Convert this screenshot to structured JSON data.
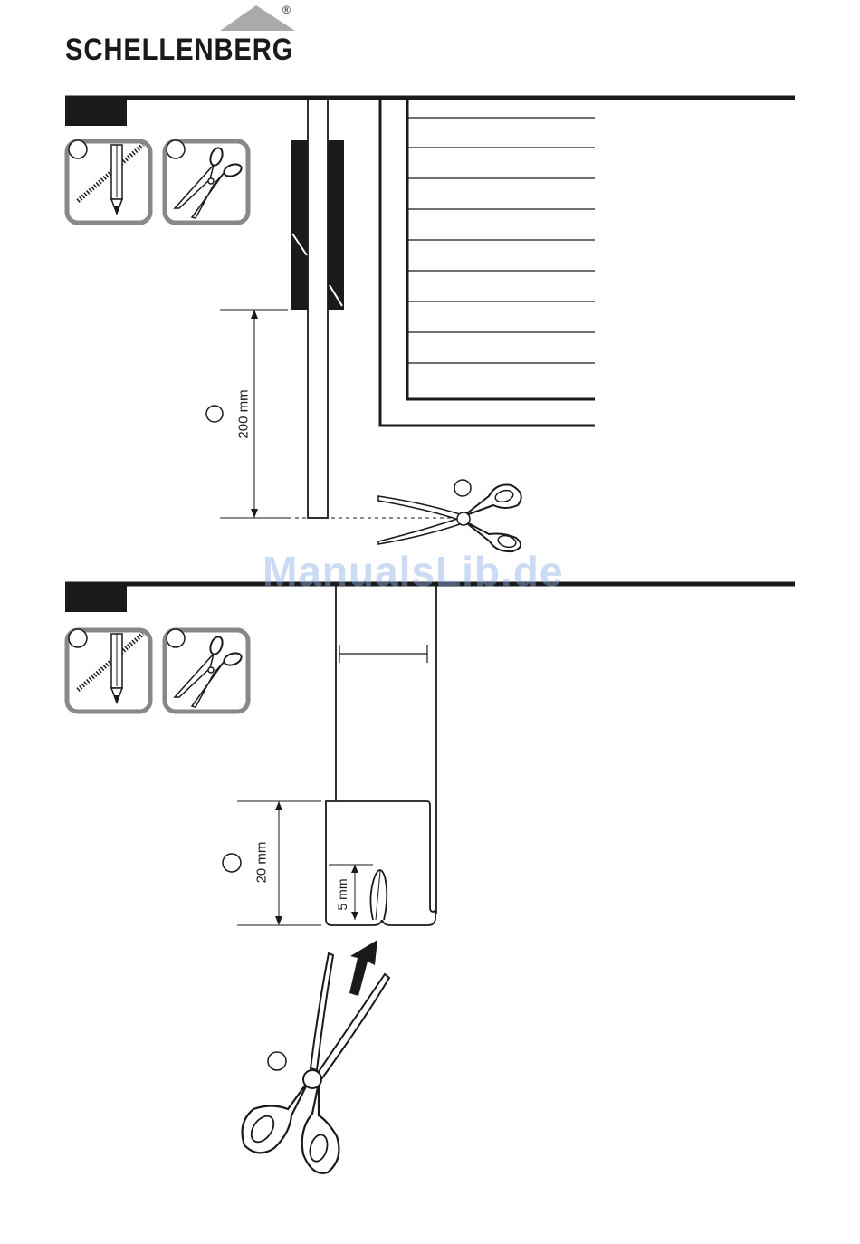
{
  "brand": {
    "name": "SCHELLENBERG",
    "registered_mark": "®"
  },
  "watermark": "ManualsLib.de",
  "step1": {
    "dimension": "200 mm"
  },
  "step2": {
    "dimension_large": "20 mm",
    "dimension_small": "5 mm"
  },
  "icons": [
    "measure-pencil-icon",
    "scissors-icon",
    "scissors-icon",
    "arrow-up-icon"
  ]
}
